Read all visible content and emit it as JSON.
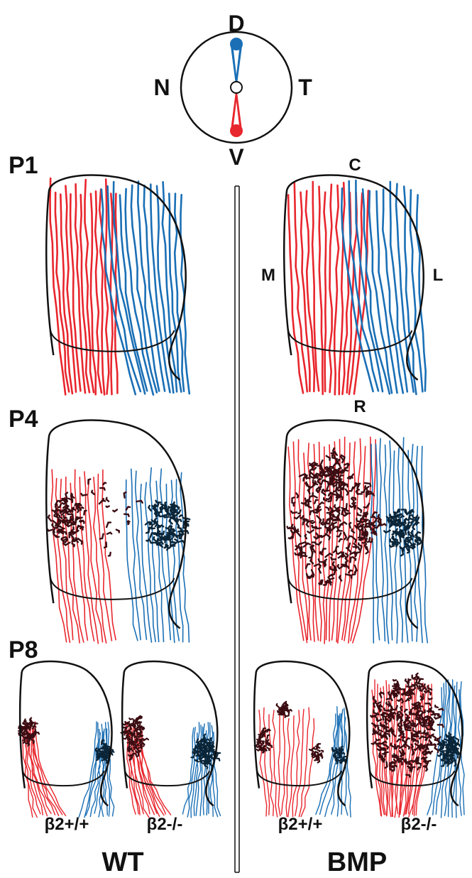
{
  "compass": {
    "dorsal_label": "D",
    "ventral_label": "V",
    "nasal_label": "N",
    "temporal_label": "T"
  },
  "stages": [
    {
      "label": "P1"
    },
    {
      "label": "P4"
    },
    {
      "label": "P8"
    }
  ],
  "axis_labels": {
    "caudal": "C",
    "rostral": "R",
    "medial": "M",
    "lateral": "L"
  },
  "genotypes": {
    "wild_type_left": "β2+/+",
    "knockout_left": "β2-/-",
    "wild_type_right": "β2+/+",
    "knockout_right": "β2-/-"
  },
  "conditions": {
    "left": "WT",
    "right": "BMP"
  },
  "colors": {
    "dorsal_axon": "#1a6fb5",
    "ventral_axon": "#e8262d",
    "arbor": "#3b0d12",
    "outline": "#111111"
  }
}
